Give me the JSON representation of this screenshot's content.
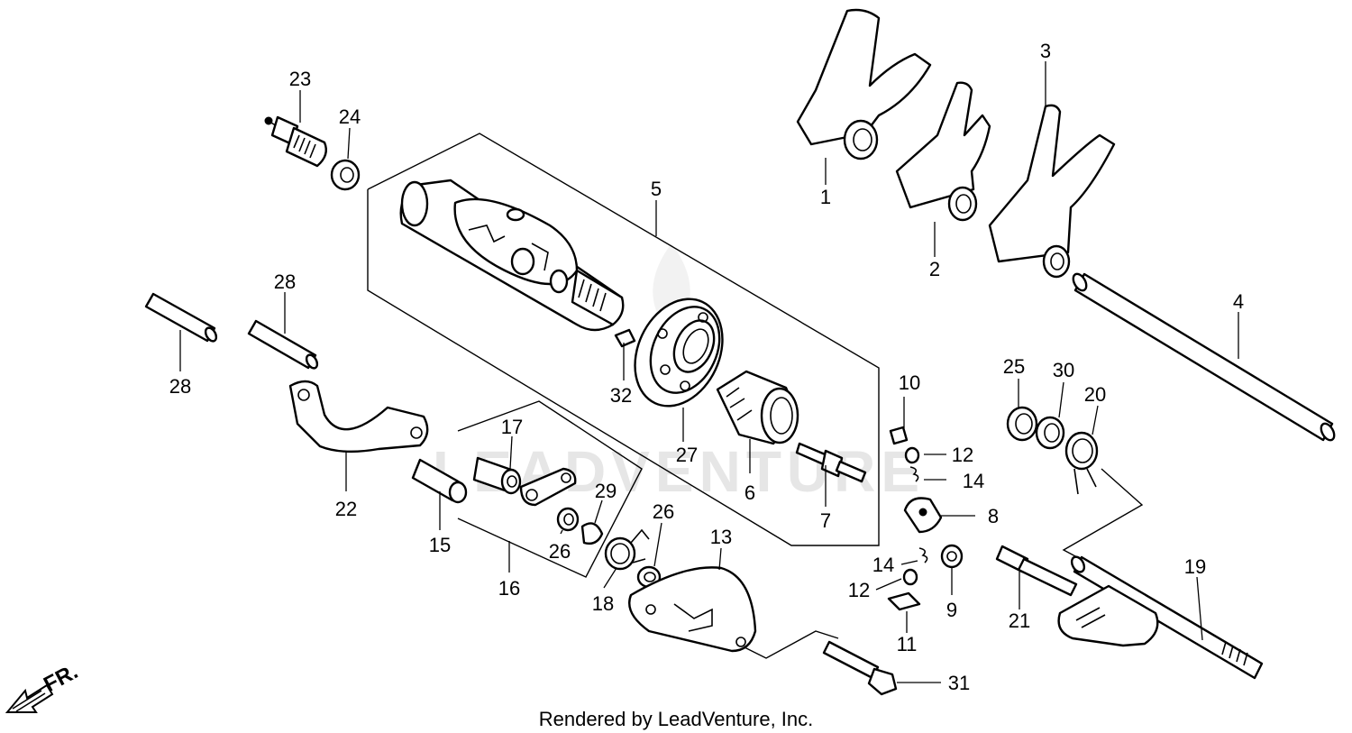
{
  "credit": "Rendered by LeadVenture, Inc.",
  "watermark": "LEADVENTURE",
  "direction_label": "FR.",
  "callouts": {
    "c1": "1",
    "c2": "2",
    "c3": "3",
    "c4": "4",
    "c5": "5",
    "c6": "6",
    "c7": "7",
    "c8": "8",
    "c9": "9",
    "c10": "10",
    "c11": "11",
    "c12a": "12",
    "c12b": "12",
    "c13": "13",
    "c14a": "14",
    "c14b": "14",
    "c15": "15",
    "c16": "16",
    "c17": "17",
    "c18": "18",
    "c19": "19",
    "c20": "20",
    "c21": "21",
    "c22": "22",
    "c23": "23",
    "c24": "24",
    "c25": "25",
    "c26a": "26",
    "c26b": "26",
    "c27": "27",
    "c28a": "28",
    "c28b": "28",
    "c29": "29",
    "c30": "30",
    "c31": "31",
    "c32": "32"
  }
}
